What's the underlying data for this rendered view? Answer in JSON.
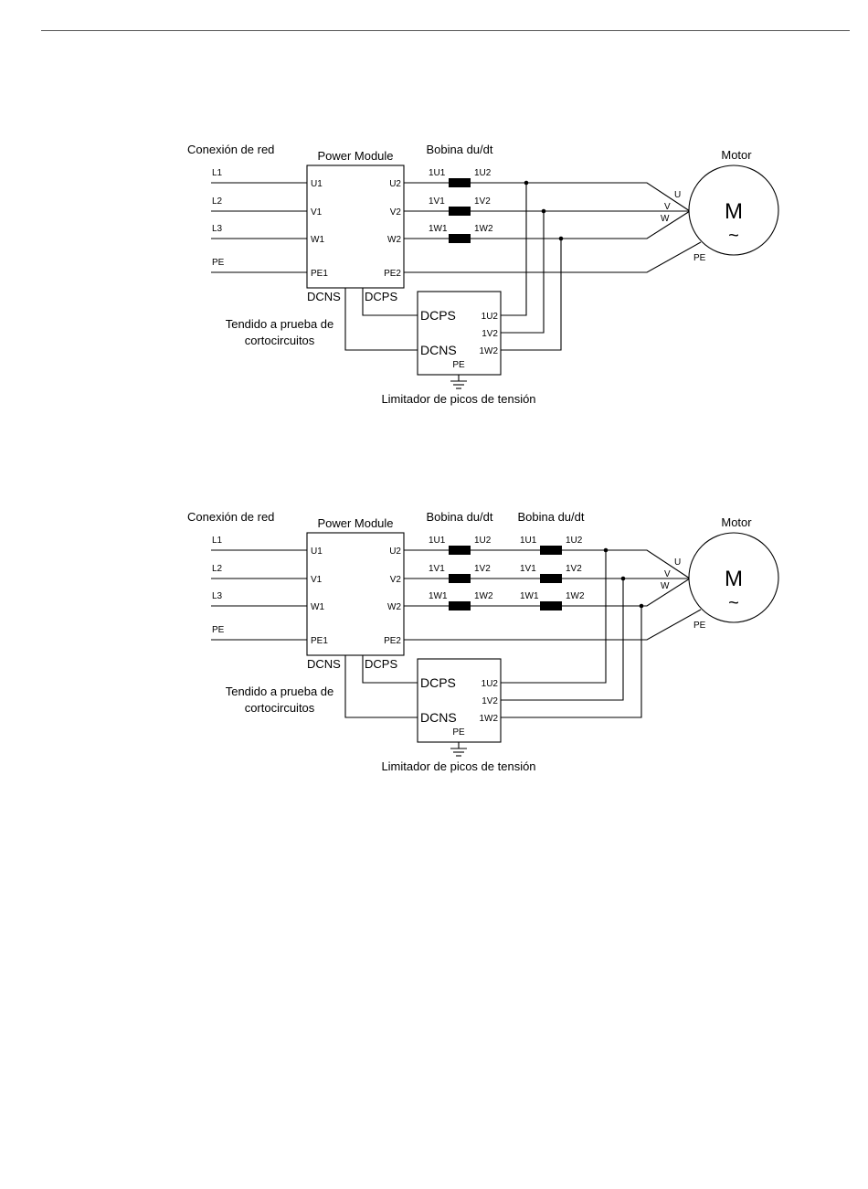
{
  "page": {
    "has_header_rule": true
  },
  "diagrams": [
    {
      "id": "single-coil",
      "labels": {
        "mains": "Conexión de red",
        "power_module": "Power Module",
        "motor": "Motor",
        "motor_symbol": "M",
        "motor_ac": "~",
        "short_circuit_proof": [
          "Tendido a prueba de",
          "cortocircuitos"
        ],
        "limiter": "Limitador de picos de tensión"
      },
      "mains_lines": [
        "L1",
        "L2",
        "L3",
        "PE"
      ],
      "module_inputs": [
        "U1",
        "V1",
        "W1",
        "PE1"
      ],
      "module_outputs": [
        "U2",
        "V2",
        "W2",
        "PE2"
      ],
      "module_bottom": [
        "DCNS",
        "DCPS"
      ],
      "coils": [
        {
          "title": "Bobina du/dt",
          "pins": [
            [
              "1U1",
              "1U2"
            ],
            [
              "1V1",
              "1V2"
            ],
            [
              "1W1",
              "1W2"
            ]
          ]
        }
      ],
      "motor_terminals": [
        "U",
        "V",
        "W",
        "PE"
      ],
      "limiter": {
        "left_pins": [
          "DCPS",
          "DCNS"
        ],
        "right_pins": [
          "1U2",
          "1V2",
          "1W2"
        ],
        "ground_label": "PE"
      }
    },
    {
      "id": "double-coil",
      "labels": {
        "mains": "Conexión de red",
        "power_module": "Power Module",
        "motor": "Motor",
        "motor_symbol": "M",
        "motor_ac": "~",
        "short_circuit_proof": [
          "Tendido a prueba de",
          "cortocircuitos"
        ],
        "limiter": "Limitador de picos de tensión"
      },
      "mains_lines": [
        "L1",
        "L2",
        "L3",
        "PE"
      ],
      "module_inputs": [
        "U1",
        "V1",
        "W1",
        "PE1"
      ],
      "module_outputs": [
        "U2",
        "V2",
        "W2",
        "PE2"
      ],
      "module_bottom": [
        "DCNS",
        "DCPS"
      ],
      "coils": [
        {
          "title": "Bobina du/dt",
          "pins": [
            [
              "1U1",
              "1U2"
            ],
            [
              "1V1",
              "1V2"
            ],
            [
              "1W1",
              "1W2"
            ]
          ]
        },
        {
          "title": "Bobina du/dt",
          "pins": [
            [
              "1U1",
              "1U2"
            ],
            [
              "1V1",
              "1V2"
            ],
            [
              "1W1",
              "1W2"
            ]
          ]
        }
      ],
      "motor_terminals": [
        "U",
        "V",
        "W",
        "PE"
      ],
      "limiter": {
        "left_pins": [
          "DCPS",
          "DCNS"
        ],
        "right_pins": [
          "1U2",
          "1V2",
          "1W2"
        ],
        "ground_label": "PE"
      }
    }
  ]
}
